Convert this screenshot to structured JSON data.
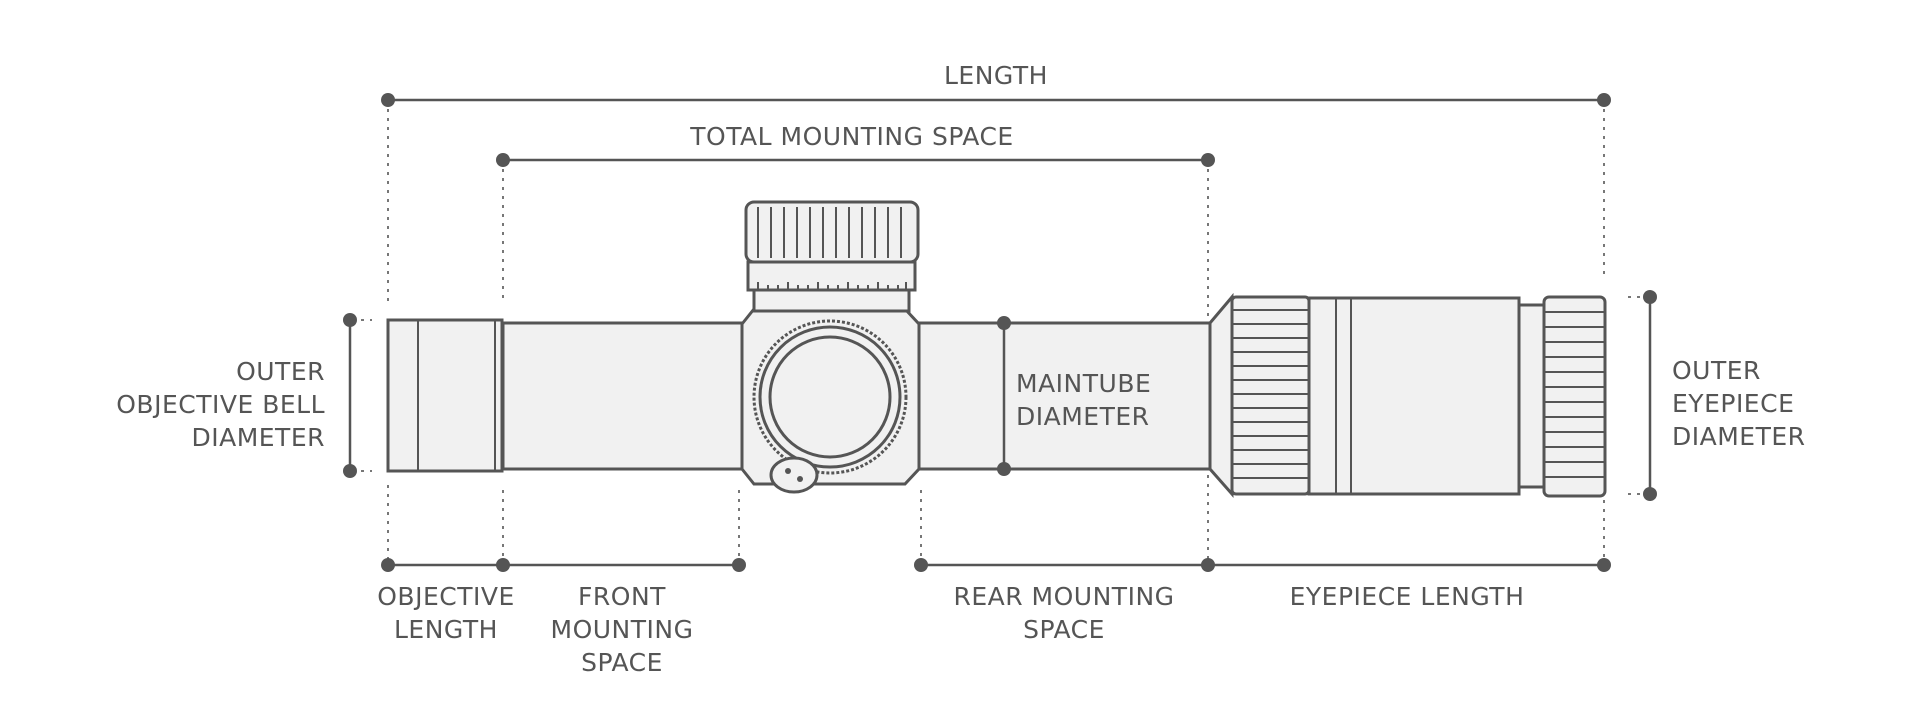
{
  "labels": {
    "length": "LENGTH",
    "total_mounting_space": "TOTAL MOUNTING SPACE",
    "outer_objective_bell_diameter": [
      "OUTER",
      "OBJECTIVE BELL",
      "DIAMETER"
    ],
    "maintube_diameter": [
      "MAINTUBE",
      "DIAMETER"
    ],
    "outer_eyepiece_diameter": [
      "OUTER",
      "EYEPIECE",
      "DIAMETER"
    ],
    "objective_length": [
      "OBJECTIVE",
      "LENGTH"
    ],
    "front_mounting_space": [
      "FRONT",
      "MOUNTING",
      "SPACE"
    ],
    "rear_mounting_space": [
      "REAR MOUNTING",
      "SPACE"
    ],
    "eyepiece_length": "EYEPIECE LENGTH"
  },
  "colors": {
    "line": "#555555",
    "fill": "#f1f1f1"
  }
}
